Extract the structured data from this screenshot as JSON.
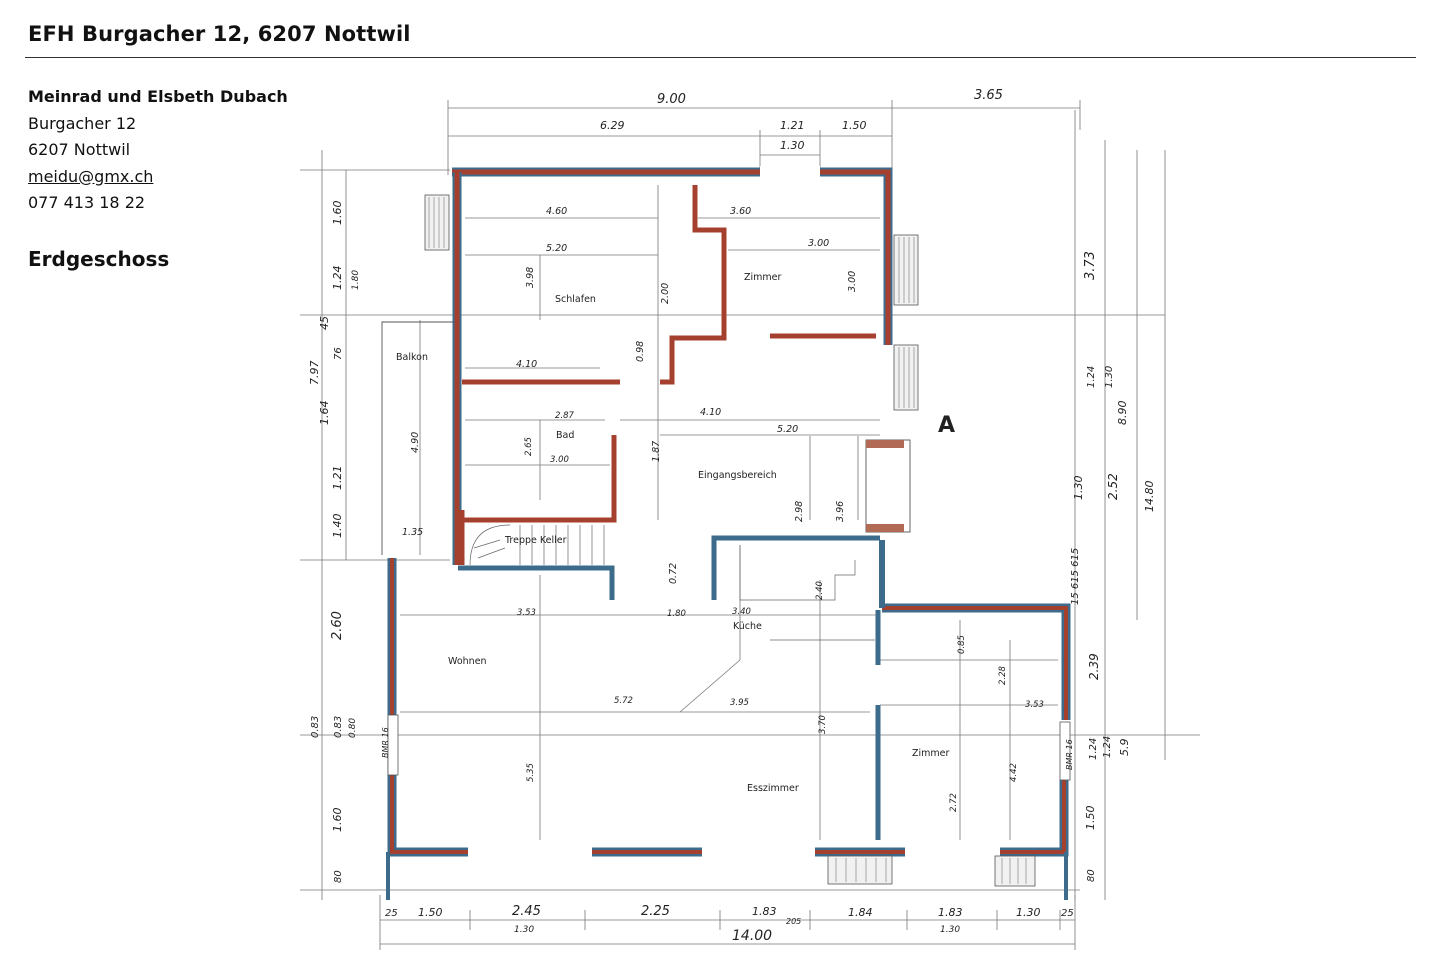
{
  "document": {
    "title": "EFH Burgacher 12, 6207 Nottwil",
    "floor_label": "Erdgeschoss"
  },
  "contact": {
    "name": "Meinrad und Elsbeth Dubach",
    "street": "Burgacher 12",
    "city": "6207 Nottwil",
    "email": "meidu@gmx.ch",
    "phone": "077 413 18 22"
  },
  "plan": {
    "marker": "A",
    "rooms": {
      "schlafen": "Schlafen",
      "zimmer_top": "Zimmer",
      "balkon": "Balkon",
      "bad": "Bad",
      "eingang": "Eingangsbereich",
      "treppe": "Treppe Keller",
      "kueche": "Küche",
      "wohnen": "Wohnen",
      "esszimmer": "Esszimmer",
      "zimmer_right": "Zimmer"
    },
    "dims": {
      "top_total": "9.00",
      "top_right": "3.65",
      "top_a": "6.29",
      "top_b": "1.21",
      "top_c": "1.50",
      "top_d": "1.30",
      "d460": "4.60",
      "d360": "3.60",
      "d520": "5.20",
      "d300a": "3.00",
      "d398": "3.98",
      "d200": "2.00",
      "d300b": "3.00",
      "d098": "0.98",
      "d410a": "4.10",
      "d287": "2.87",
      "d410b": "4.10",
      "d520b": "5.20",
      "d265": "2.65",
      "d300c": "3.00",
      "d187": "1.87",
      "d490": "4.90",
      "d298": "2.98",
      "d396": "3.96",
      "d135": "1.35",
      "d072": "0.72",
      "d353a": "3.53",
      "d180": "1.80",
      "d340": "3.40",
      "d240": "2.40",
      "d085": "0.85",
      "d228": "2.28",
      "d572": "5.72",
      "d395": "3.95",
      "d353b": "3.53",
      "d370": "3.70",
      "d535": "5.35",
      "d272": "2.72",
      "d442": "4.42",
      "left_160a": "1.60",
      "left_124": "1.24",
      "left_180": "1.80",
      "left_797": "7.97",
      "left_164": "1.64",
      "left_121": "1.21",
      "left_140": "1.40",
      "left_45": "45",
      "left_76": "76",
      "left_260": "2.60",
      "left_083a": "0.83",
      "left_083b": "0.83",
      "left_080": "0.80",
      "left_160b": "1.60",
      "left_80": "80",
      "bmr_left": "BMR 16",
      "right_373": "3.73",
      "right_124": "1.24",
      "right_130a": "1.30",
      "right_890": "8.90",
      "right_130b": "1.30",
      "right_252": "2.52",
      "right_1480": "14.80",
      "right_615": "15 615 615",
      "right_239": "2.39",
      "right_124b": "1.24",
      "right_124c": "1.24",
      "right_59": "5.9",
      "right_150": "1.50",
      "right_80": "80",
      "bmr_right": "BMR 16",
      "bot_25a": "25",
      "bot_150": "1.50",
      "bot_245": "2.45",
      "bot_225": "2.25",
      "bot_183a": "1.83",
      "bot_184": "1.84",
      "bot_183b": "1.83",
      "bot_130": "1.30",
      "bot_25b": "25",
      "bot_130a": "1.30",
      "bot_205": "205",
      "bot_total": "14.00",
      "bot_130b": "1.30"
    }
  }
}
